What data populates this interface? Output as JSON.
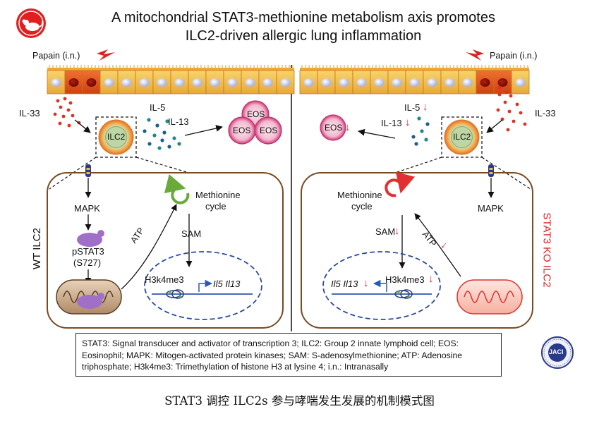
{
  "title": {
    "line1": "A mitochondrial STAT3-methionine metabolism axis promotes",
    "line2": "ILC2-driven allergic lung inflammation"
  },
  "left_panel": {
    "papain": "Papain (i.n.)",
    "il33": "IL-33",
    "ilc2": "ILC2",
    "il5": "IL-5",
    "il13": "IL-13",
    "eos_cells": [
      "EOS",
      "EOS",
      "EOS"
    ],
    "side_label": "WT ILC2",
    "mapk": "MAPK",
    "pstat3": "pSTAT3",
    "s727": "(S727)",
    "atp": "ATP",
    "methionine": "Methionine",
    "cycle": "cycle",
    "sam": "SAM",
    "h3k4me3": "H3k4me3",
    "genes": "Il5 Il13"
  },
  "right_panel": {
    "papain": "Papain (i.n.)",
    "il33": "IL-33",
    "ilc2": "ILC2",
    "il5": "IL-5",
    "il13": "IL-13",
    "eos": "EOS",
    "down_arrow": "↓",
    "side_label": "STAT3 KO ILC2",
    "mapk": "MAPK",
    "atp": "ATP",
    "methionine": "Methionine",
    "cycle": "cycle",
    "sam": "SAM",
    "h3k4me3": "H3k4me3",
    "genes": "Il5 Il13"
  },
  "legend_text": "STAT3: Signal transducer and activator of transcription 3; ILC2: Group 2 innate lymphoid cell; EOS: Eosinophil; MAPK: Mitogen-activated protein kinases; SAM: S-adenosylmethionine; ATP: Adenosine triphosphate; H3k4me3: Trimethylation of histone H3 at lysine 4; i.n.: Intranasally",
  "journal_logo": "JACI",
  "caption": "STAT3 调控 ILC2s 参与哮喘发生发展的机制模式图",
  "colors": {
    "epithelium": "#f3c04a",
    "activated_cell": "#e2561c",
    "ilc2_ring": "#e8742a",
    "eos": "#d8407a",
    "arrow_red": "#e02020",
    "cycle_green": "#6aaa3a",
    "cycle_red": "#e03030",
    "box_border": "#7a4a22"
  }
}
